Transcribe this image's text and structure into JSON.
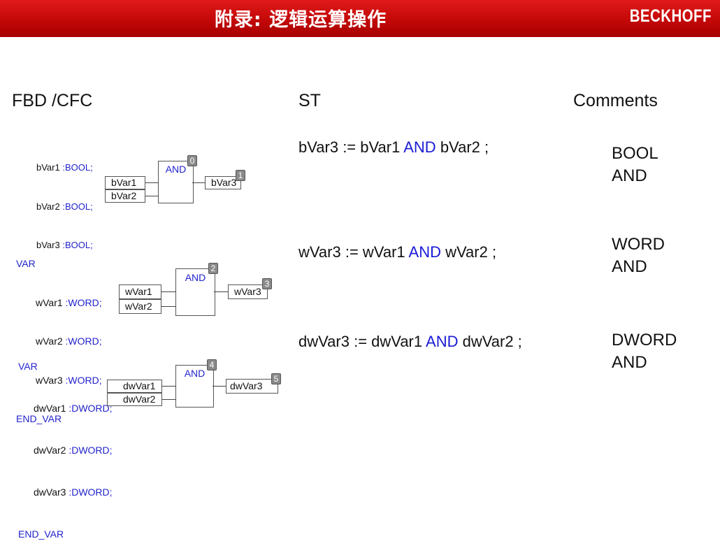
{
  "header": {
    "title": "附录: 逻辑运算操作",
    "logo_text": "BECKHOFF",
    "background_color": "#c8102e"
  },
  "columns": {
    "fbd": "FBD /CFC",
    "st": "ST",
    "comments": "Comments"
  },
  "rows": [
    {
      "var_keyword": "",
      "end_keyword": "",
      "decls": [
        {
          "name": "bVar1",
          "type": ":BOOL;"
        },
        {
          "name": "bVar2",
          "type": ":BOOL;"
        },
        {
          "name": "bVar3",
          "type": ":BOOL;"
        }
      ],
      "block": {
        "function": "AND",
        "index": "0",
        "in1": "bVar1",
        "in2": "bVar2",
        "out": "bVar3",
        "out_index": "1"
      },
      "st": {
        "result": "bVar3",
        "assign": " := ",
        "op1": "bVar1",
        "operator": " AND ",
        "op2": "bVar2",
        "end": " ;"
      },
      "comment": {
        "type": "BOOL",
        "op": "AND"
      }
    },
    {
      "var_keyword": "VAR",
      "end_keyword": "END_VAR",
      "decls": [
        {
          "name": "wVar1",
          "type": ":WORD;"
        },
        {
          "name": "wVar2",
          "type": ":WORD;"
        },
        {
          "name": "wVar3",
          "type": ":WORD;"
        }
      ],
      "block": {
        "function": "AND",
        "index": "2",
        "in1": "wVar1",
        "in2": "wVar2",
        "out": "wVar3",
        "out_index": "3"
      },
      "st": {
        "result": "wVar3",
        "assign": " := ",
        "op1": "wVar1",
        "operator": " AND ",
        "op2": "wVar2",
        "end": " ;"
      },
      "comment": {
        "type": "WORD",
        "op": "AND"
      }
    },
    {
      "var_keyword": "VAR",
      "end_keyword": "END_VAR",
      "decls": [
        {
          "name": "dwVar1",
          "type": ":DWORD;"
        },
        {
          "name": "dwVar2",
          "type": ":DWORD;"
        },
        {
          "name": "dwVar3",
          "type": ":DWORD;"
        }
      ],
      "block": {
        "function": "AND",
        "index": "4",
        "in1": "dwVar1",
        "in2": "dwVar2",
        "out": "dwVar3",
        "out_index": "5"
      },
      "st": {
        "result": "dwVar3",
        "assign": " := ",
        "op1": "dwVar1",
        "operator": " AND ",
        "op2": "dwVar2",
        "end": " ;"
      },
      "comment": {
        "type": "DWORD",
        "op": "AND"
      }
    }
  ]
}
